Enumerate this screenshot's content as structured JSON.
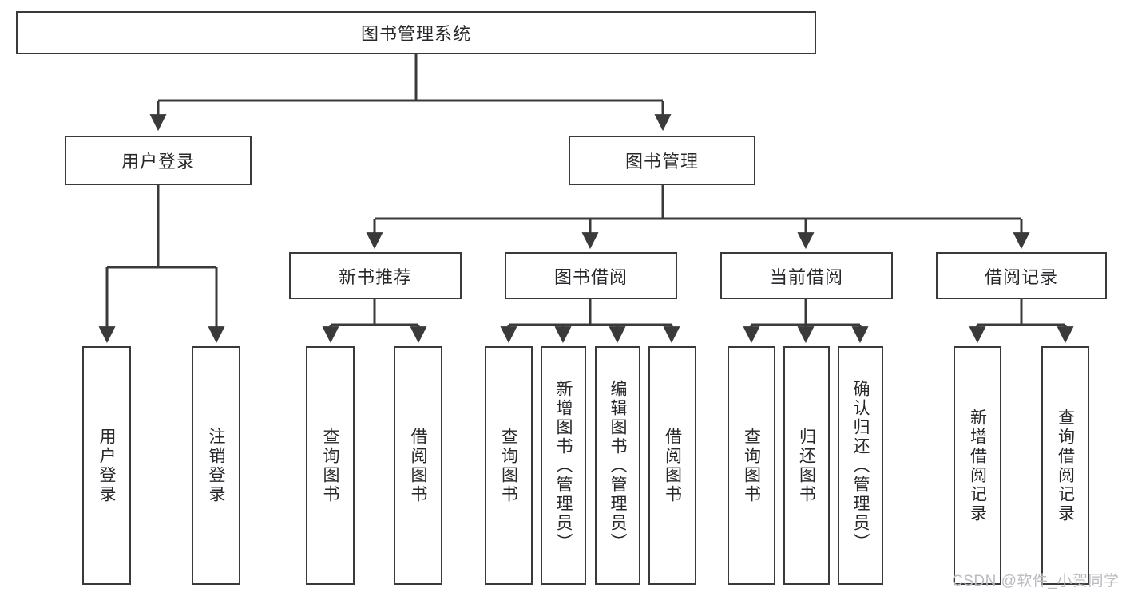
{
  "diagram": {
    "type": "tree",
    "title": "图书管理系统",
    "watermark": "CSDN @软件_小贺同学",
    "colors": {
      "box_border": "#3a3a3a",
      "box_fill": "#ffffff",
      "connector": "#3a3a3a",
      "text": "#26282b",
      "watermark": "#b9bcc0",
      "background": "#ffffff"
    },
    "root": {
      "label": "图书管理系统",
      "level": 0
    },
    "level1": [
      {
        "label": "用户登录"
      },
      {
        "label": "图书管理"
      }
    ],
    "level2": [
      {
        "label": "新书推荐"
      },
      {
        "label": "图书借阅"
      },
      {
        "label": "当前借阅"
      },
      {
        "label": "借阅记录"
      }
    ],
    "leaves": {
      "user_login": [
        {
          "label": "用户登录"
        },
        {
          "label": "注销登录"
        }
      ],
      "new_book_recommend": [
        {
          "label": "查询图书"
        },
        {
          "label": "借阅图书"
        }
      ],
      "book_borrow": [
        {
          "label": "查询图书"
        },
        {
          "label": "新增图书（管理员）"
        },
        {
          "label": "编辑图书（管理员）"
        },
        {
          "label": "借阅图书"
        }
      ],
      "current_borrow": [
        {
          "label": "查询图书"
        },
        {
          "label": "归还图书"
        },
        {
          "label": "确认归还（管理员）"
        }
      ],
      "borrow_record": [
        {
          "label": "新增借阅记录"
        },
        {
          "label": "查询借阅记录"
        }
      ]
    }
  }
}
